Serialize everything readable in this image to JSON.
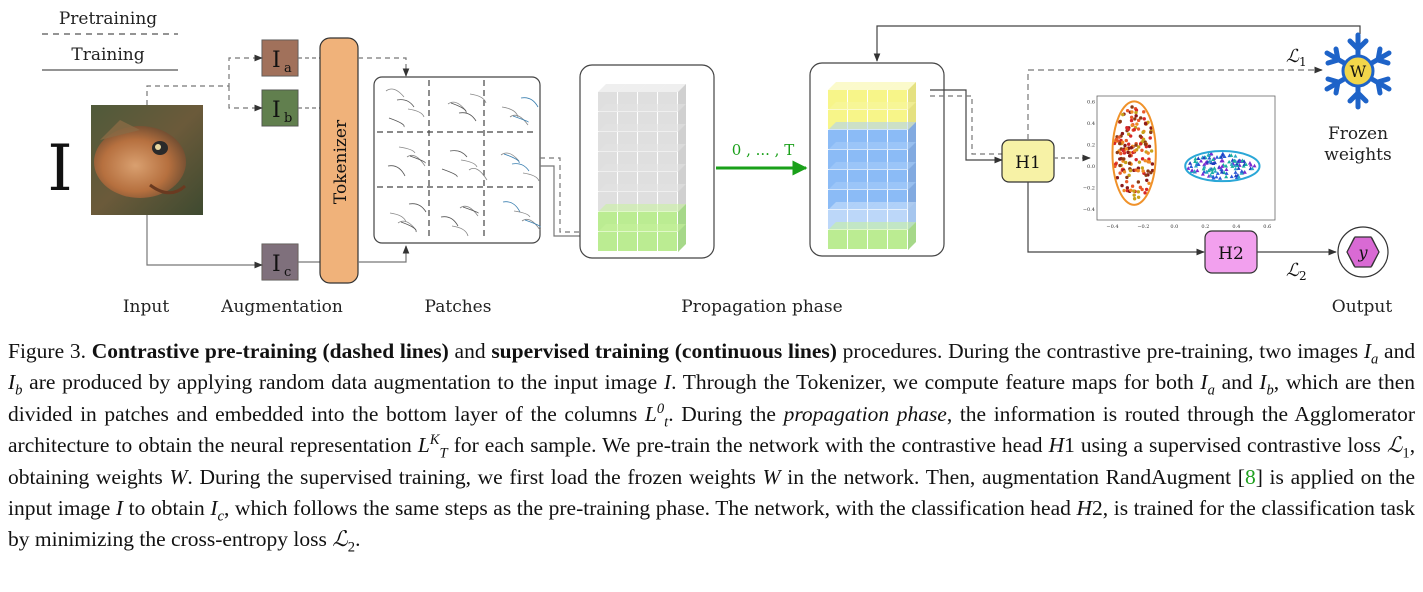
{
  "figure": {
    "legend": {
      "pretraining": "Pretraining",
      "training": "Training"
    },
    "input_symbol": "I",
    "augmentations": [
      {
        "base": "I",
        "sub": "a"
      },
      {
        "base": "I",
        "sub": "b"
      },
      {
        "base": "I",
        "sub": "c"
      }
    ],
    "tokenizer": "Tokenizer",
    "propagation_arrow": "0 , ... , T",
    "heads": {
      "h1": "H1",
      "h2": "H2"
    },
    "losses": {
      "l1_script": "ℒ",
      "l1_sub": "1",
      "l2_script": "ℒ",
      "l2_sub": "2"
    },
    "frozen": {
      "badge": "W",
      "line1": "Frozen",
      "line2": "weights"
    },
    "output_symbol": "y",
    "stage_labels": {
      "input": "Input",
      "augmentation": "Augmentation",
      "patches": "Patches",
      "propagation": "Propagation phase",
      "output": "Output"
    },
    "scatter_ticks": {
      "x": [
        "−0.4",
        "−0.2",
        "0.0",
        "0.2",
        "0.4",
        "0.6"
      ],
      "y": [
        "0.6",
        "0.4",
        "0.2",
        "0.0",
        "−0.2",
        "−0.4"
      ]
    }
  },
  "caption": {
    "figure_label": "Figure 3.",
    "bold1": "Contrastive pre-training (dashed lines)",
    "and": "and",
    "bold2": "supervised training (continuous lines)",
    "t1": "procedures. During the contrastive pre-training, two images",
    "t2": "and",
    "t3": "are produced by applying random data augmentation to the input image",
    "t4": ". Through the Tokenizer, we compute feature maps for both",
    "t5": "and",
    "t6": ", which are then divided in patches and embedded into the bottom layer of the columns",
    "t7": ". During the",
    "italic1": "propagation phase",
    "t8": ", the information is routed through the Agglomerator architecture to obtain the neural representation",
    "t9": "for each sample. We pre-train the network with the contrastive head",
    "t10": "using a supervised contrastive loss",
    "t11": ", obtaining weights",
    "t12": ". During the supervised training, we first load the frozen weights",
    "t13": "in the network. Then, augmentation RandAugment [",
    "ref": "8",
    "t14": "] is applied on the input image",
    "t15": "to obtain",
    "t16": ", which follows the same steps as the pre-training phase. The network, with the classification head",
    "t17": ", is trained for the classification task by minimizing the cross-entropy loss",
    "t18": "."
  }
}
